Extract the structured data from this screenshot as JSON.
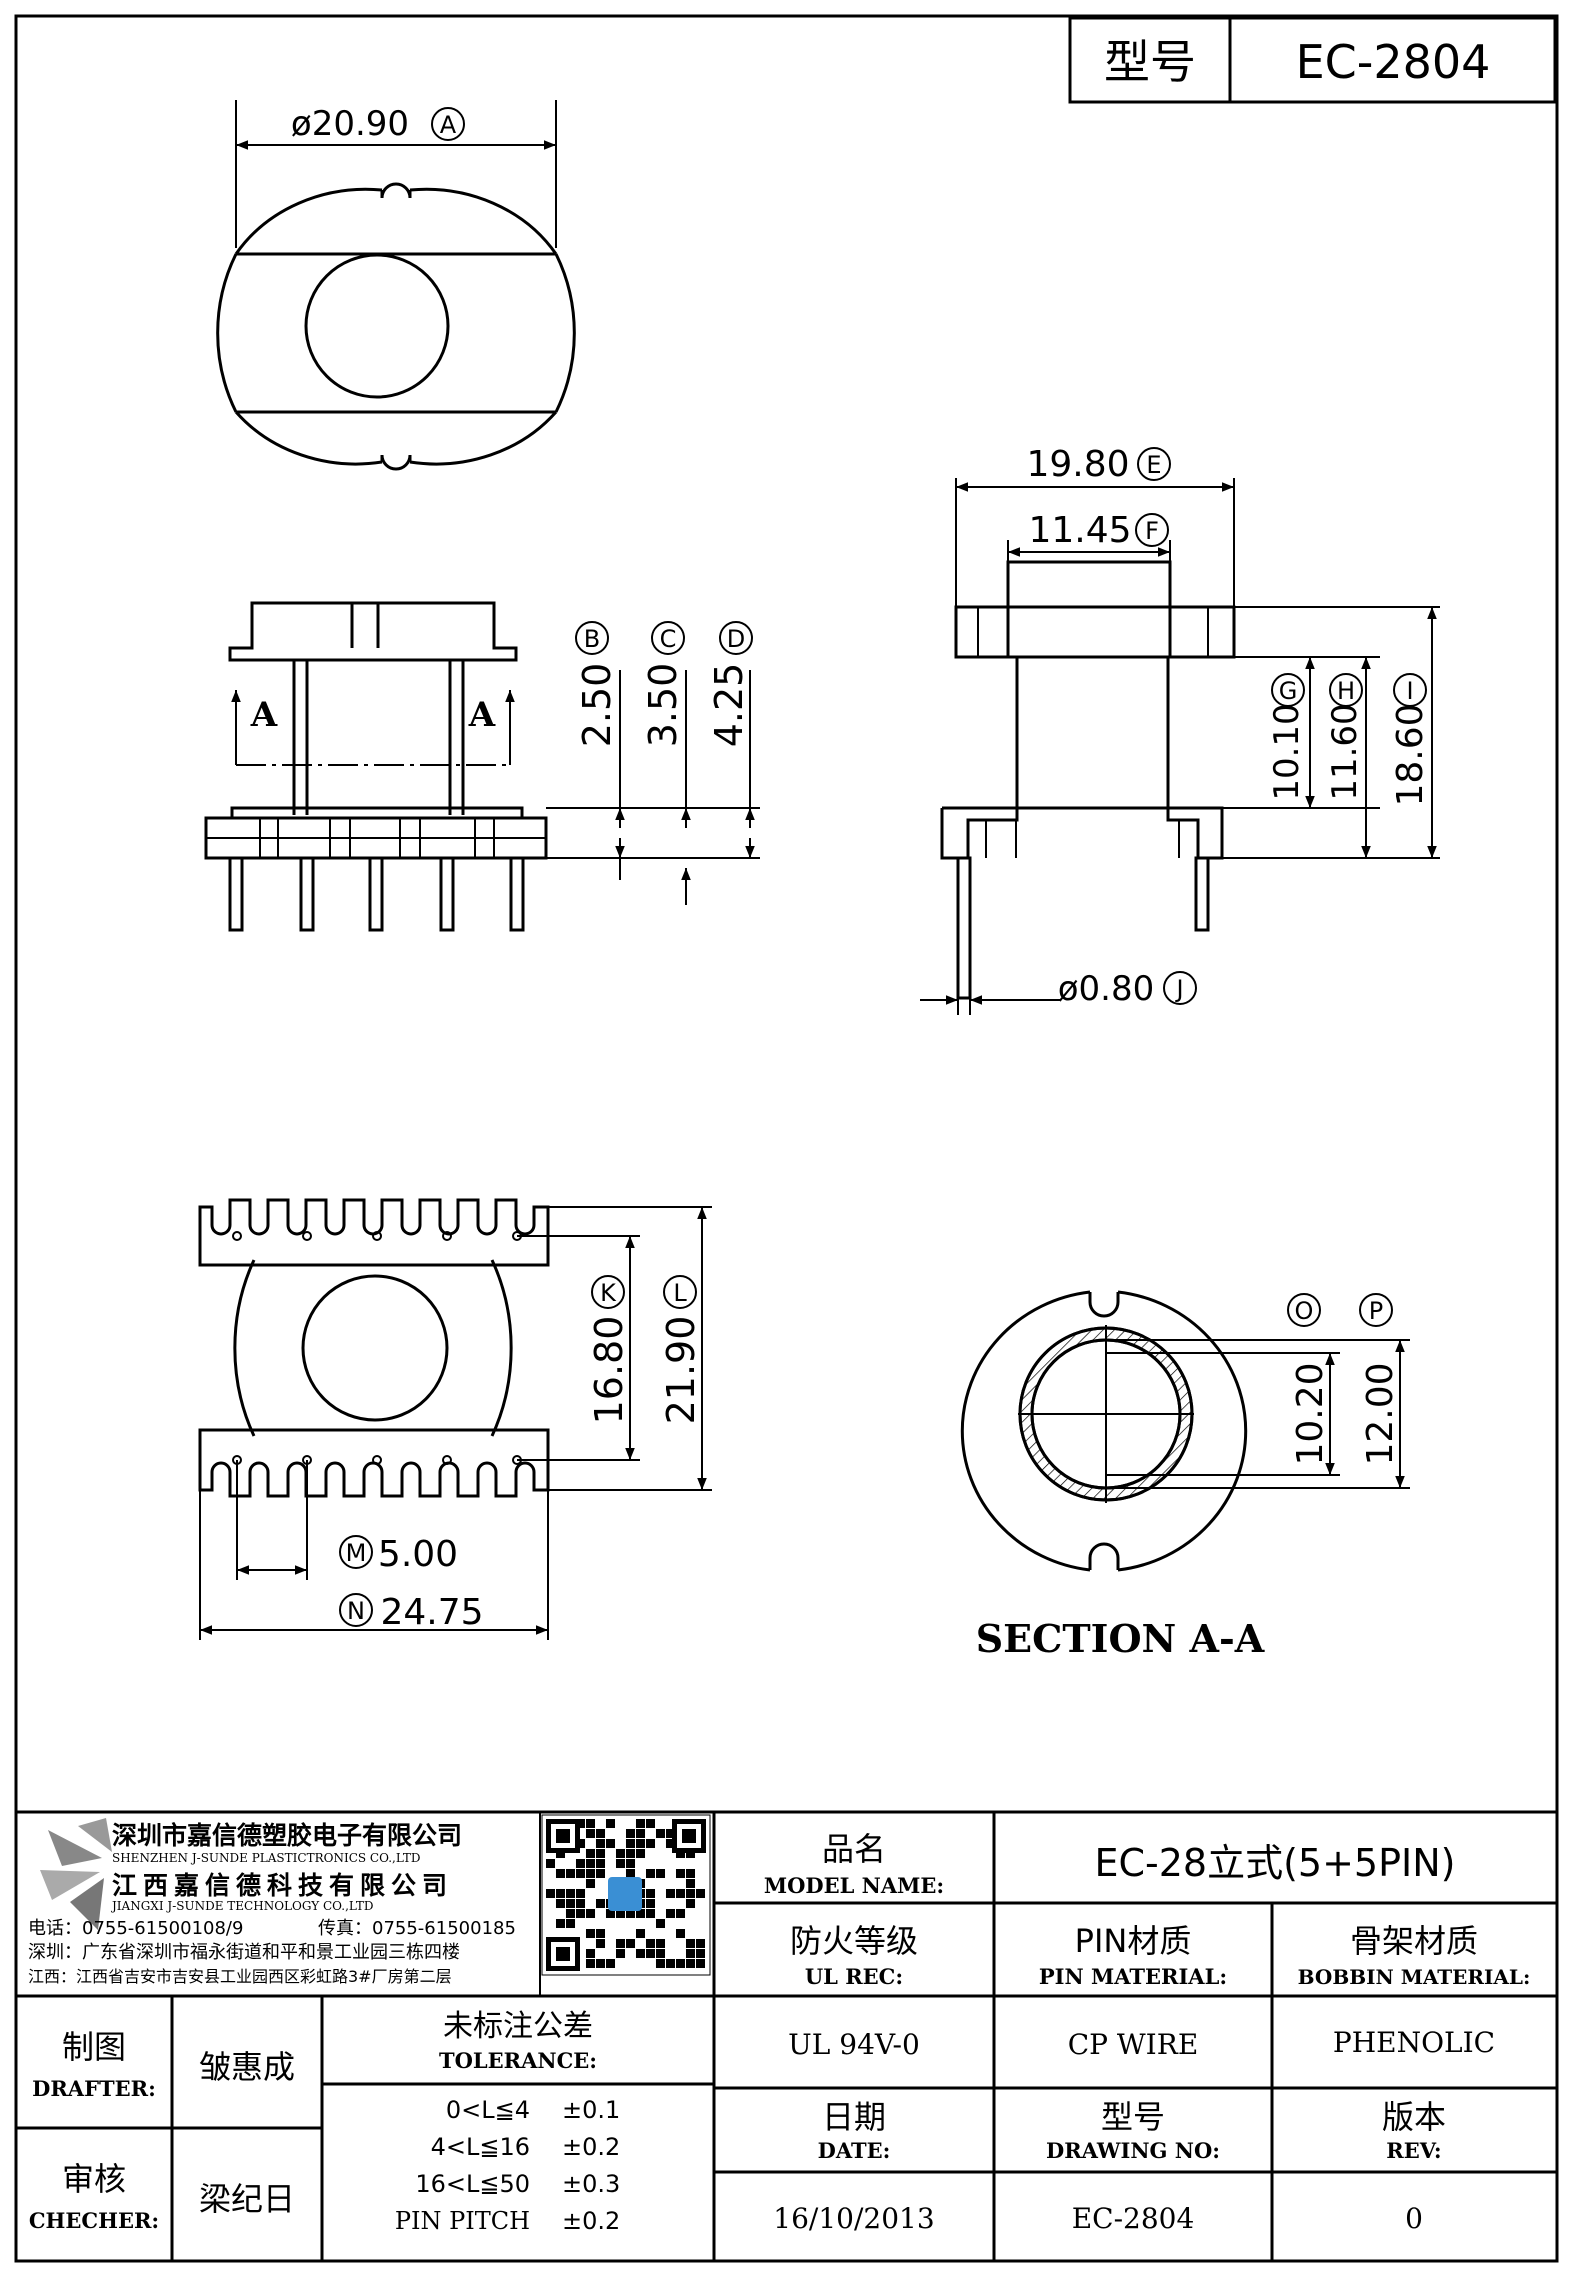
{
  "header": {
    "label_model": "型号",
    "model": "EC-2804"
  },
  "dims": {
    "A": "ø20.90",
    "B": "2.50",
    "C": "3.50",
    "D": "4.25",
    "E": "19.80",
    "F": "11.45",
    "G": "10.10",
    "H": "11.60",
    "I": "18.60",
    "J": "ø0.80",
    "K": "16.80",
    "L": "21.90",
    "M": "5.00",
    "N": "24.75",
    "O": "10.20",
    "P": "12.00"
  },
  "letters": {
    "A": "A",
    "B": "B",
    "C": "C",
    "D": "D",
    "E": "E",
    "F": "F",
    "G": "G",
    "H": "H",
    "I": "I",
    "J": "J",
    "K": "K",
    "L": "L",
    "M": "M",
    "N": "N",
    "O": "O",
    "P": "P"
  },
  "section_marker": "A",
  "section_title": "SECTION A-A",
  "company": {
    "name_cn_1": "深圳市嘉信德塑胶电子有限公司",
    "name_en_1": "SHENZHEN J-SUNDE PLASTICTRONICS CO.,LTD",
    "name_cn_2": "江西嘉信德科技有限公司",
    "name_en_2": "JIANGXI J-SUNDE TECHNOLOGY CO.,LTD",
    "phone": "电话：0755-61500108/9",
    "fax": "传真：0755-61500185",
    "addr_sz": "深圳：广东省深圳市福永街道和平和景工业园三栋四楼",
    "addr_jx": "江西：江西省吉安市吉安县工业园西区彩虹路3#厂房第二层"
  },
  "titleblock": {
    "model_name_cn": "品名",
    "model_name_en": "MODEL NAME:",
    "model_name_value": "EC-28立式(5+5PIN)",
    "ul_cn": "防火等级",
    "ul_en": "UL REC:",
    "ul_value": "UL 94V-0",
    "pin_cn": "PIN材质",
    "pin_en": "PIN MATERIAL:",
    "pin_value": "CP WIRE",
    "bobbin_cn": "骨架材质",
    "bobbin_en": "BOBBIN MATERIAL:",
    "bobbin_value": "PHENOLIC",
    "drafter_cn": "制图",
    "drafter_en": "DRAFTER:",
    "drafter_name": "皱惠成",
    "checker_cn": "审核",
    "checker_en": "CHECHER:",
    "checker_name": "梁纪日",
    "tol_cn": "未标注公差",
    "tol_en": "TOLERANCE:",
    "tol_rows": [
      {
        "range": "0<L≦4",
        "value": "±0.1"
      },
      {
        "range": "4<L≦16",
        "value": "±0.2"
      },
      {
        "range": "16<L≦50",
        "value": "±0.3"
      },
      {
        "range": "PIN PITCH",
        "value": "±0.2"
      }
    ],
    "date_cn": "日期",
    "date_en": "DATE:",
    "date_value": "16/10/2013",
    "dwg_cn": "型号",
    "dwg_en": "DRAWING NO:",
    "dwg_value": "EC-2804",
    "rev_cn": "版本",
    "rev_en": "REV:",
    "rev_value": "0"
  }
}
